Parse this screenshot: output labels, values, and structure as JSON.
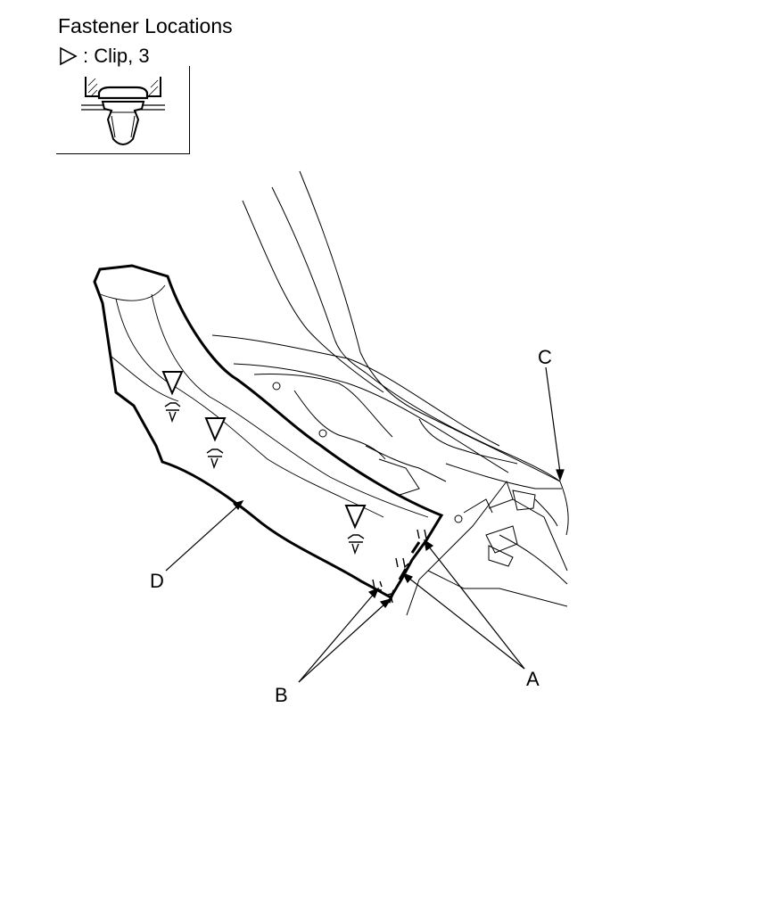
{
  "header": {
    "title": "Fastener Locations",
    "legend_text": ": Clip, 3"
  },
  "callouts": {
    "a": "A",
    "b": "B",
    "c": "C",
    "d": "D"
  },
  "icons": {
    "legend": "triangle-outline-icon",
    "clip": "clip-fastener-icon"
  }
}
